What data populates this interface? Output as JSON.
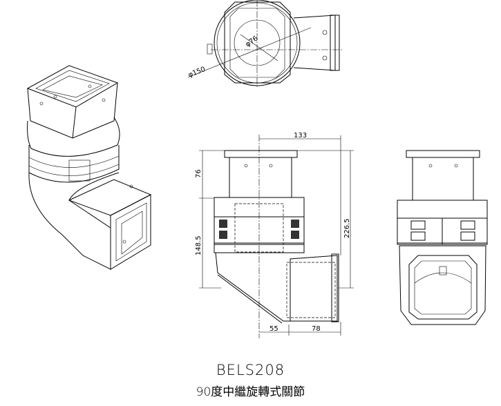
{
  "drawing": {
    "model": "BELS208",
    "subtitle": "90度中繼旋轉式關節"
  },
  "dimensions": {
    "outer_diameter": "φ150",
    "inner_diameter": "φ76",
    "width_top": "133",
    "height_top": "76",
    "height_body": "148.5",
    "height_total": "226.5",
    "offset_left": "55",
    "offset_right": "78"
  }
}
